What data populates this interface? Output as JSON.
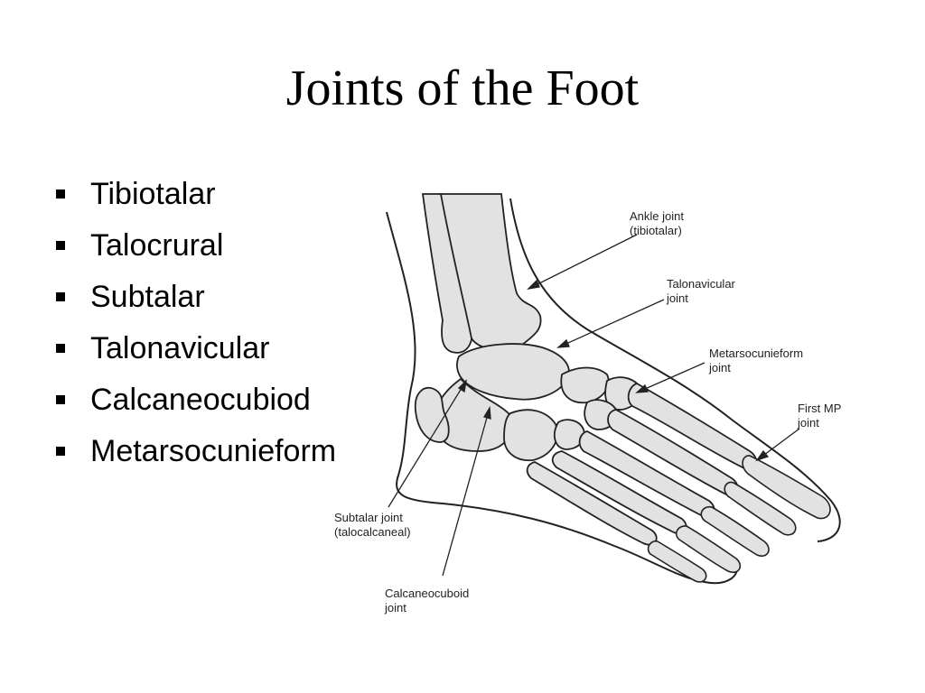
{
  "slide": {
    "title": "Joints of the Foot",
    "bullets": [
      "Tibiotalar",
      "Talocrural",
      "Subtalar",
      "Talonavicular",
      "Calcaneocubiod",
      "Metarsocunieform"
    ]
  },
  "figure": {
    "labels": {
      "ankle_line1": "Ankle joint",
      "ankle_line2": "(tibiotalar)",
      "talonav_line1": "Talonavicular",
      "talonav_line2": "joint",
      "metatarso_line1": "Metarsocunieform",
      "metatarso_line2": "joint",
      "firstmp_line1": "First MP",
      "firstmp_line2": "joint",
      "subtalar_line1": "Subtalar joint",
      "subtalar_line2": "(talocalcaneal)",
      "calcaneo_line1": "Calcaneocuboid",
      "calcaneo_line2": "joint"
    },
    "colors": {
      "bone_fill": "#e2e2e2",
      "outline": "#222222"
    }
  }
}
